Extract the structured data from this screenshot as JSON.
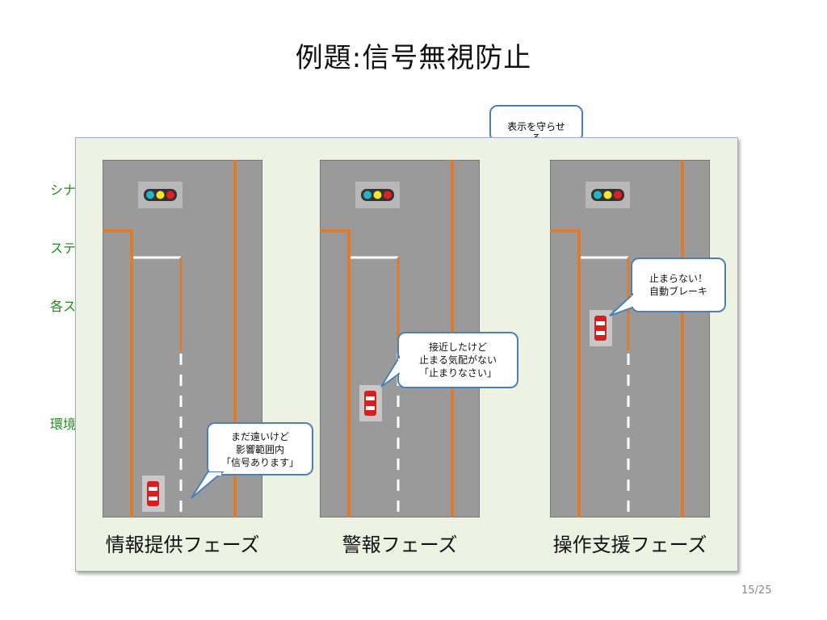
{
  "slide": {
    "title": "例題:信号無視防止",
    "page_number": "15/25"
  },
  "background_labels": [
    "シナ",
    "ステ",
    "各ス",
    "環境"
  ],
  "top_bubble": [
    "表示を守らせ",
    "る"
  ],
  "phases": [
    {
      "label": "情報提供フェーズ",
      "bubble": [
        "まだ遠いけど",
        "影響範囲内",
        "「信号あります」"
      ],
      "traffic_light": [
        "#22b4c8",
        "#f4e62a",
        "#e02020"
      ]
    },
    {
      "label": "警報フェーズ",
      "bubble": [
        "接近したけど",
        "止まる気配がない",
        "「止まりなさい」"
      ],
      "traffic_light": [
        "#22b4c8",
        "#f4e62a",
        "#e02020"
      ]
    },
    {
      "label": "操作支援フェーズ",
      "bubble": [
        "止まらない！",
        "自動ブレーキ"
      ],
      "traffic_light": [
        "#22b4c8",
        "#f4e62a",
        "#e02020"
      ]
    }
  ],
  "colors": {
    "road": "#9a9a9a",
    "lane_line": "#e07b2c",
    "stop_line": "#ffffff",
    "bubble_border": "#4a7fb8",
    "car": "#d42020"
  }
}
